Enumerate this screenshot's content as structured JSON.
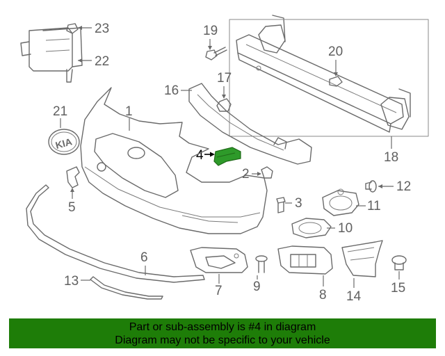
{
  "callouts": {
    "n1": "1",
    "n2": "2",
    "n3": "3",
    "n4": "4",
    "n5": "5",
    "n6": "6",
    "n7": "7",
    "n8": "8",
    "n9": "9",
    "n10": "10",
    "n11": "11",
    "n12": "12",
    "n13": "13",
    "n14": "14",
    "n15": "15",
    "n16": "16",
    "n17": "17",
    "n18": "18",
    "n19": "19",
    "n20": "20",
    "n21": "21",
    "n22": "22",
    "n23": "23"
  },
  "highlighted_part": "4",
  "footer": {
    "line1": "Part or sub-assembly is #4 in diagram",
    "line2": "Diagram may not be specific to your vehicle"
  },
  "colors": {
    "footer_bg": "#1e7d08",
    "highlight_part": "#2e9a2a",
    "line_art": "#6a6a6a"
  }
}
